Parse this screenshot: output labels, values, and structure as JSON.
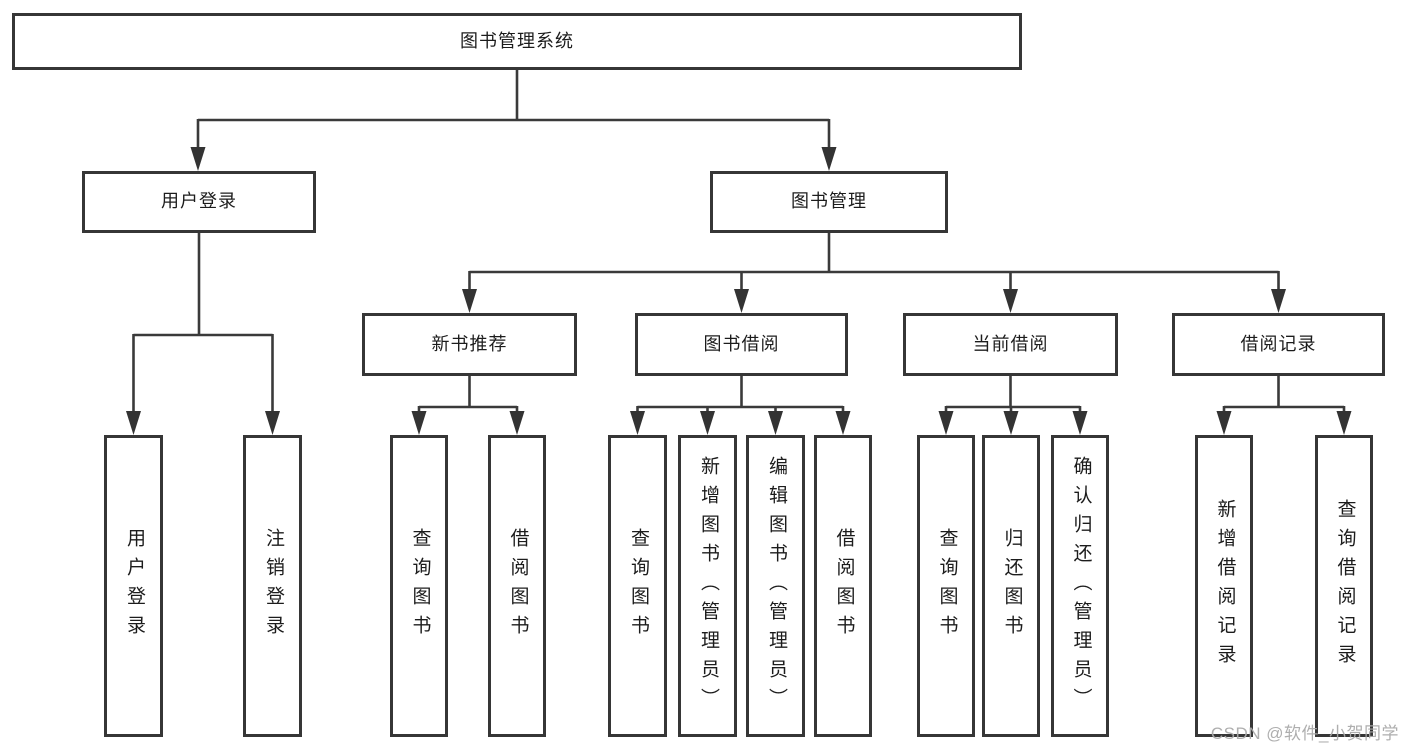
{
  "diagram": {
    "title_node": {
      "label": "图书管理系统"
    },
    "level2": [
      {
        "id": "user_login",
        "label": "用户登录"
      },
      {
        "id": "book_management",
        "label": "图书管理"
      }
    ],
    "level3": [
      {
        "id": "new_book_recommend",
        "label": "新书推荐"
      },
      {
        "id": "book_borrow",
        "label": "图书借阅"
      },
      {
        "id": "current_borrow",
        "label": "当前借阅"
      },
      {
        "id": "borrow_records",
        "label": "借阅记录"
      }
    ],
    "leaves": {
      "user_login": [
        "用户登录",
        "注销登录"
      ],
      "new_book_recommend": [
        "查询图书",
        "借阅图书"
      ],
      "book_borrow": [
        "查询图书",
        "新增图书（管理员）",
        "编辑图书（管理员）",
        "借阅图书"
      ],
      "current_borrow": [
        "查询图书",
        "归还图书",
        "确认归还（管理员）"
      ],
      "borrow_records": [
        "新增借阅记录",
        "查询借阅记录"
      ]
    }
  },
  "watermark": {
    "text": "CSDN @软件_小贺同学"
  },
  "colors": {
    "box_border": "#363636",
    "line": "#3a3a3a",
    "text": "#1c1c1c",
    "watermark": "#aaaaaa",
    "background": "#ffffff"
  }
}
